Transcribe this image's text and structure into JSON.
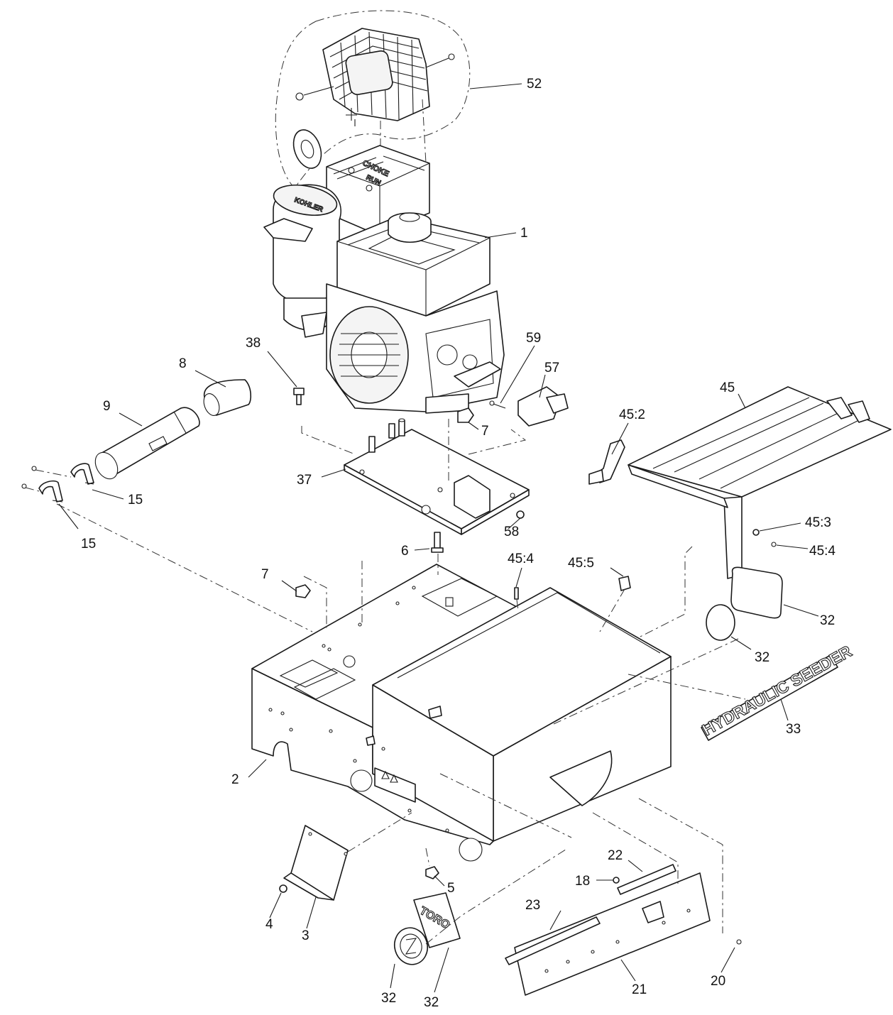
{
  "callouts": [
    {
      "id": "c52",
      "text": "52"
    },
    {
      "id": "c1",
      "text": "1"
    },
    {
      "id": "c38",
      "text": "38"
    },
    {
      "id": "c8",
      "text": "8"
    },
    {
      "id": "c9",
      "text": "9"
    },
    {
      "id": "c59",
      "text": "59"
    },
    {
      "id": "c57",
      "text": "57"
    },
    {
      "id": "c45",
      "text": "45"
    },
    {
      "id": "c45_2",
      "text": "45:2"
    },
    {
      "id": "c7a",
      "text": "7"
    },
    {
      "id": "c37",
      "text": "37"
    },
    {
      "id": "c15a",
      "text": "15"
    },
    {
      "id": "c15b",
      "text": "15"
    },
    {
      "id": "c58",
      "text": "58"
    },
    {
      "id": "c6",
      "text": "6"
    },
    {
      "id": "c45_3",
      "text": "45:3"
    },
    {
      "id": "c45_4a",
      "text": "45:4"
    },
    {
      "id": "c45_4b",
      "text": "45:4"
    },
    {
      "id": "c45_5",
      "text": "45:5"
    },
    {
      "id": "c7b",
      "text": "7"
    },
    {
      "id": "c32a",
      "text": "32"
    },
    {
      "id": "c32b",
      "text": "32"
    },
    {
      "id": "c33",
      "text": "33"
    },
    {
      "id": "c2",
      "text": "2"
    },
    {
      "id": "c22",
      "text": "22"
    },
    {
      "id": "c18",
      "text": "18"
    },
    {
      "id": "c5",
      "text": "5"
    },
    {
      "id": "c23",
      "text": "23"
    },
    {
      "id": "c4",
      "text": "4"
    },
    {
      "id": "c3",
      "text": "3"
    },
    {
      "id": "c21",
      "text": "21"
    },
    {
      "id": "c20",
      "text": "20"
    },
    {
      "id": "c32c",
      "text": "32"
    },
    {
      "id": "c32d",
      "text": "32"
    }
  ],
  "decals": {
    "hydraulic_seeder": "HYDRAULIC SEEDER",
    "toro": "TORO",
    "engine_choke": "CHOKE",
    "engine_run": "RUN",
    "air_cleaner_brand": "KOHLER"
  }
}
